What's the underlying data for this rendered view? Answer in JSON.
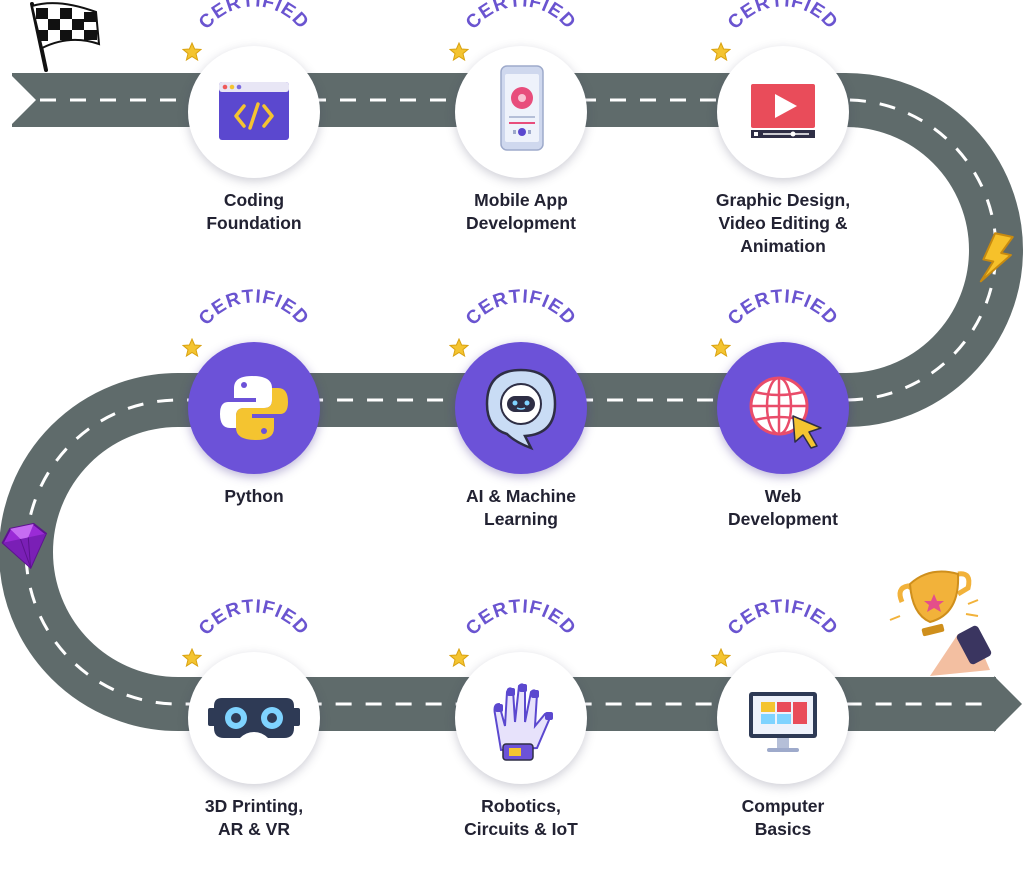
{
  "badge_text": "CERTIFIED",
  "icons": {
    "start": "checkered-flag-icon",
    "lightning": "lightning-bolt-icon",
    "gem": "purple-gem-icon",
    "finish": "trophy-icon"
  },
  "colors": {
    "road": "#5f6b6b",
    "lane": "#ffffff",
    "accent": "#6c52d8",
    "text": "#222232",
    "star": "#f4c430"
  },
  "nodes": [
    {
      "id": "coding-foundation",
      "lines": [
        "Coding",
        "Foundation"
      ],
      "icon": "code-window-icon"
    },
    {
      "id": "mobile-app-development",
      "lines": [
        "Mobile App",
        "Development"
      ],
      "icon": "mobile-phone-icon"
    },
    {
      "id": "graphic-design",
      "lines": [
        "Graphic Design,",
        "Video Editing &",
        "Animation"
      ],
      "icon": "video-player-icon"
    },
    {
      "id": "python",
      "lines": [
        "Python"
      ],
      "icon": "python-logo-icon"
    },
    {
      "id": "ai-machine-learning",
      "lines": [
        "AI & Machine",
        "Learning"
      ],
      "icon": "robot-chat-icon"
    },
    {
      "id": "web-development",
      "lines": [
        "Web",
        "Development"
      ],
      "icon": "globe-cursor-icon"
    },
    {
      "id": "3d-printing-ar-vr",
      "lines": [
        "3D Printing,",
        "AR & VR"
      ],
      "icon": "vr-headset-icon"
    },
    {
      "id": "robotics-circuits-iot",
      "lines": [
        "Robotics,",
        "Circuits & IoT"
      ],
      "icon": "robotic-glove-icon"
    },
    {
      "id": "computer-basics",
      "lines": [
        "Computer",
        "Basics"
      ],
      "icon": "desktop-computer-icon"
    }
  ]
}
